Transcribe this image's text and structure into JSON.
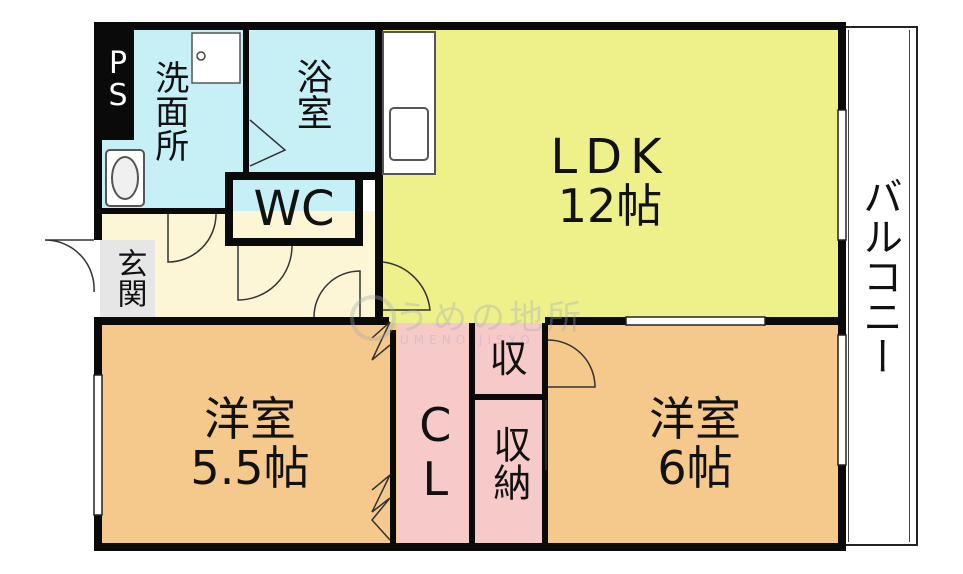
{
  "colors": {
    "wall": "#0a0a0a",
    "ldk": "#eef08a",
    "western_room": "#f4c98b",
    "wet_area": "#c6f0f6",
    "entrance": "#fcf6d6",
    "closet": "#f7caca",
    "balcony": "#ffffff"
  },
  "rooms": {
    "ps": "PS",
    "washroom": "洗面所",
    "bath": "浴室",
    "wc": "WC",
    "entrance": "玄関",
    "ldk_name": "LDK",
    "ldk_size": "12帖",
    "western1_name": "洋室",
    "western1_size": "5.5帖",
    "closet_cl": "CL",
    "storage_small": "収",
    "storage": "収納",
    "western2_name": "洋室",
    "western2_size": "6帖",
    "balcony": "バルコニー"
  },
  "watermark": {
    "main": "うめの地所",
    "sub": "UMENO JISYO"
  }
}
